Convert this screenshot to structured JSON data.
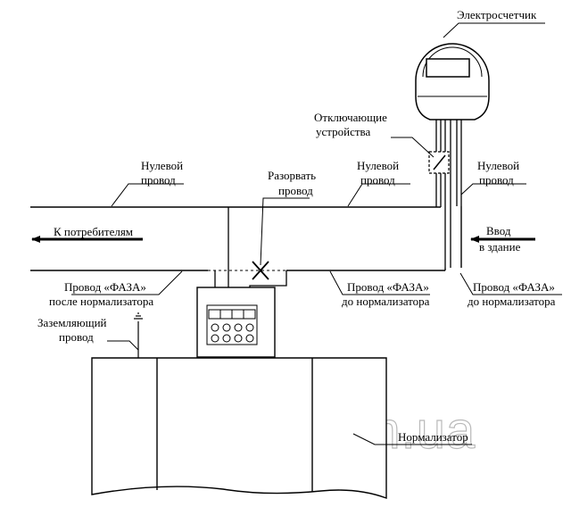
{
  "labels": {
    "meter": "Электросчетчик",
    "disconnect_line1": "Отключающие",
    "disconnect_line2": "устройства",
    "neutral_left_line1": "Нулевой",
    "neutral_left_line2": "провод",
    "break_line1": "Разорвать",
    "break_line2": "провод",
    "neutral_mid_line1": "Нулевой",
    "neutral_mid_line2": "провод",
    "neutral_right_line1": "Нулевой",
    "neutral_right_line2": "провод",
    "to_consumers": "К потребителям",
    "input_line1": "Ввод",
    "input_line2": "в здание",
    "phase_after_line1": "Провод «ФАЗА»",
    "phase_after_line2": "после нормализатора",
    "phase_before_mid_line1": "Провод «ФАЗА»",
    "phase_before_mid_line2": "до нормализатора",
    "phase_before_right_line1": "Провод «ФАЗА»",
    "phase_before_right_line2": "до нормализатора",
    "ground_line1": "Заземляющий",
    "ground_line2": "провод",
    "normalizer": "Нормализатор"
  },
  "watermark": "i-energy.com.ua"
}
